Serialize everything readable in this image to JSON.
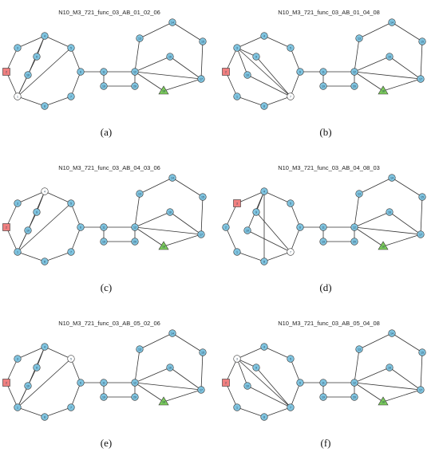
{
  "colors": {
    "node_fill": "#7fc4e0",
    "node_stroke": "#333333",
    "white_fill": "#ffffff",
    "source_fill": "#f08080",
    "sink_fill": "#7ccc5c",
    "edge": "#333333",
    "label": "#1b3a55"
  },
  "panels": [
    {
      "title": "N10_M3_721_func_03_AB_01_02_06",
      "caption": "(a)",
      "variant": "a"
    },
    {
      "title": "N10_M3_721_func_03_AB_01_04_08",
      "caption": "(b)",
      "variant": "b"
    },
    {
      "title": "N10_M3_721_func_03_AB_04_03_06",
      "caption": "(c)",
      "variant": "c"
    },
    {
      "title": "N10_M3_721_func_03_AB_04_08_03",
      "caption": "(d)",
      "variant": "d"
    },
    {
      "title": "N10_M3_721_func_03_AB_05_02_06",
      "caption": "(e)",
      "variant": "e"
    },
    {
      "title": "N10_M3_721_func_03_AB_05_04_08",
      "caption": "(f)",
      "variant": "f"
    }
  ],
  "nodes": [
    "1",
    "2",
    "3",
    "4",
    "5",
    "6",
    "7",
    "8",
    "9",
    "10",
    "11",
    "12",
    "13",
    "14",
    "15",
    "16",
    "17",
    "18",
    "19",
    "20"
  ]
}
